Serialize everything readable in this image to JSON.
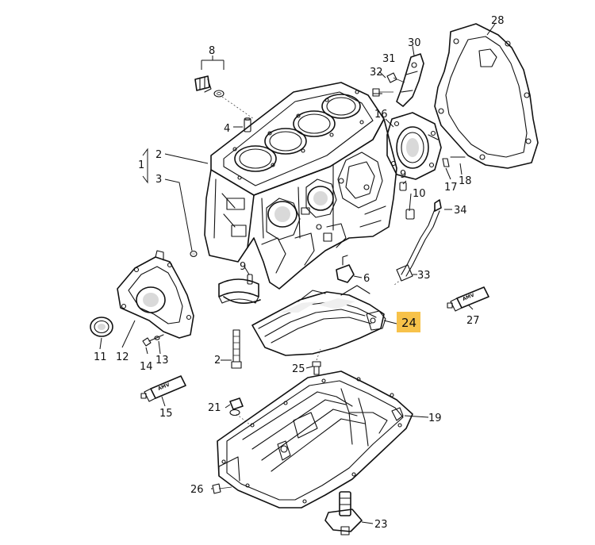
{
  "highlight_color": "#f7c24a",
  "labels": {
    "p1": "1",
    "p2": "2",
    "p3": "3",
    "p4": "4",
    "p6": "6",
    "p8": "8",
    "p9": "9",
    "p10": "10",
    "p11": "11",
    "p12": "12",
    "p13": "13",
    "p14": "14",
    "p15": "15",
    "p16": "16",
    "p17": "17",
    "p18": "18",
    "p19": "19",
    "p2b": "2",
    "p21": "21",
    "p23": "23",
    "p24": "24",
    "p25": "25",
    "p26": "26",
    "p27": "27",
    "p28": "28",
    "p30": "30",
    "p31": "31",
    "p32": "32",
    "p33": "33",
    "p34": "34"
  },
  "tube_text": "AMV"
}
